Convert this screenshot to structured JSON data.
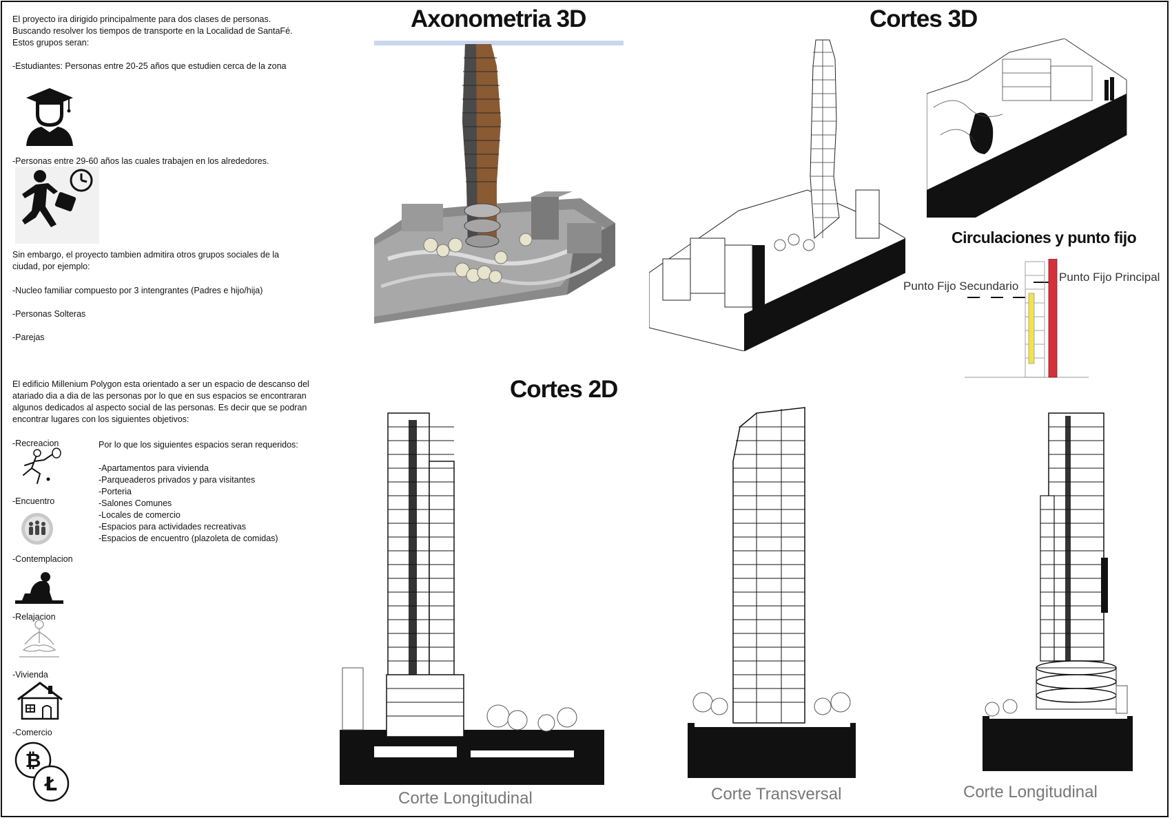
{
  "intro": {
    "p1": "El proyecto ira dirigido principalmente para dos clases de personas.\nBuscando resolver los tiempos de transporte en la Localidad de SantaFé.\nEstos grupos seran:",
    "group1": "-Estudiantes: Personas entre 20-25 años que estudien cerca de la zona",
    "group2": "-Personas entre 29-60 años las cuales trabajen en los alrededores.",
    "p2": "Sin embargo, el proyecto tambien admitira otros grupos sociales de la\nciudad, por ejemplo:",
    "others": [
      "-Nucleo familiar compuesto por 3 intengrantes (Padres e hijo/hija)",
      "-Personas Solteras",
      "-Parejas"
    ],
    "p3": "El edificio Millenium Polygon esta orientado a ser un espacio de descanso del\natariado dia a dia de las personas por lo que en sus espacios se encontraran\nalgunos dedicados al aspecto social de las personas. Es decir que se podran\nencontrar lugares con los siguientes objetivos:"
  },
  "objectives": [
    "-Recreacion",
    "-Encuentro",
    "-Contemplacion",
    "-Relajacion",
    "-Vivienda",
    "-Comercio"
  ],
  "requirements": {
    "intro": "Por lo que los siguientes espacios seran requeridos:",
    "items": [
      "-Apartamentos para vivienda",
      "-Parqueaderos privados y para visitantes",
      "-Porteria",
      "-Salones Comunes",
      "-Locales de comercio",
      "-Espacios para actividades recreativas",
      "-Espacios de encuentro (plazoleta de comidas)"
    ]
  },
  "titles": {
    "axonometria": "Axonometria 3D",
    "cortes3d": "Cortes 3D",
    "cortes2d": "Cortes 2D",
    "circulaciones": "Circulaciones y punto fijo"
  },
  "labels": {
    "punto_fijo_principal": "Punto Fijo Principal",
    "punto_fijo_secundario": "Punto Fijo Secundario"
  },
  "captions": {
    "corte1": "Corte Longitudinal",
    "corte2": "Corte Transversal",
    "corte3": "Corte Longitudinal"
  },
  "colors": {
    "secondary_core": "#f2e34a",
    "primary_core": "#d3323a",
    "facade_wood": "#8a5a33",
    "sky_band": "#c9d6ee"
  },
  "icons": [
    "graduate-icon",
    "worker-clock-icon",
    "tennis-player-icon",
    "people-group-icon",
    "sitting-person-icon",
    "yoga-icon",
    "house-icon",
    "bitcoin-icon",
    "litecoin-icon"
  ]
}
